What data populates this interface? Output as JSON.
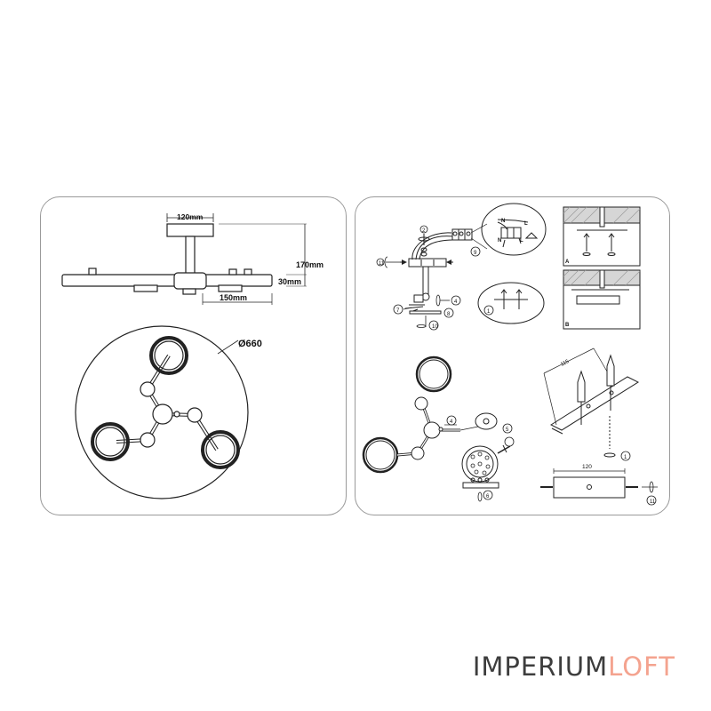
{
  "dimensions_panel": {
    "canopy_width": "120mm",
    "height_total": "170mm",
    "arm_thickness": "30mm",
    "arm_length": "150mm",
    "diameter": "Ø660"
  },
  "install_panel": {
    "callouts": [
      "1",
      "2",
      "4",
      "5",
      "6",
      "7",
      "8",
      "9",
      "10",
      "11"
    ],
    "wiring_labels": {
      "n1": "N",
      "l1": "L",
      "n2": "N",
      "l2": "L"
    },
    "section_a": "A",
    "section_b": "B",
    "plate_width": "120",
    "plate_depth": "115"
  },
  "brand": {
    "part1": "IMPERIUM",
    "part2": "LOFT"
  }
}
